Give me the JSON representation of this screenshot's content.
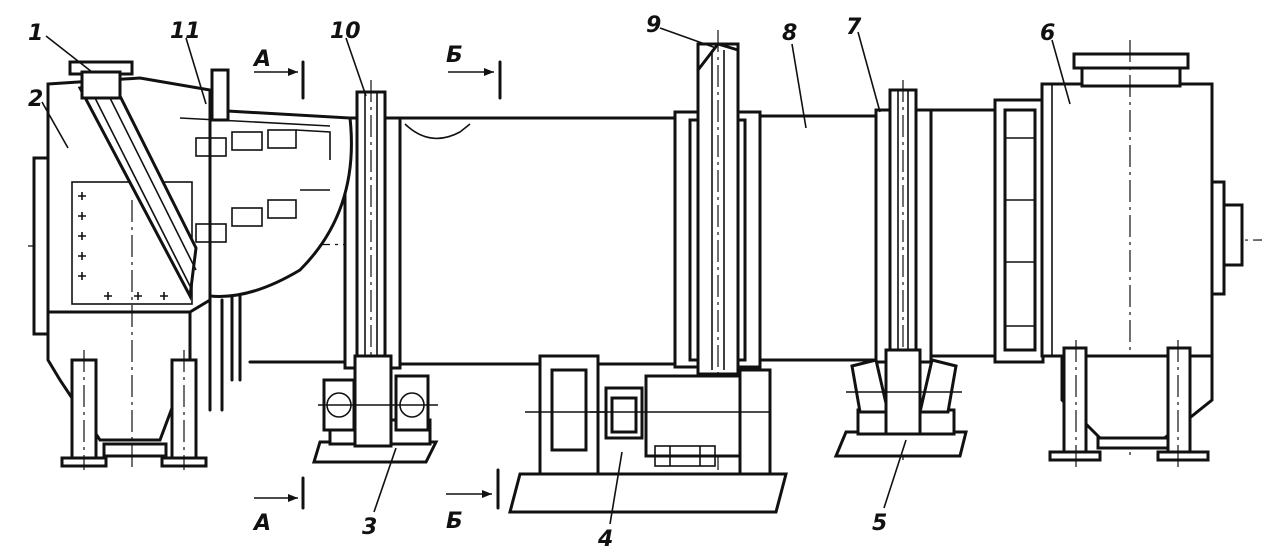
{
  "labels": {
    "l1": "1",
    "l2": "2",
    "l3": "3",
    "l4": "4",
    "l5": "5",
    "l6": "6",
    "l7": "7",
    "l8": "8",
    "l9": "9",
    "l10": "10",
    "l11": "11"
  },
  "sections": {
    "a_top": "А",
    "a_bottom": "А",
    "b_top": "Б",
    "b_bottom": "Б"
  },
  "colors": {
    "ink": "#111111",
    "paper": "#ffffff"
  }
}
